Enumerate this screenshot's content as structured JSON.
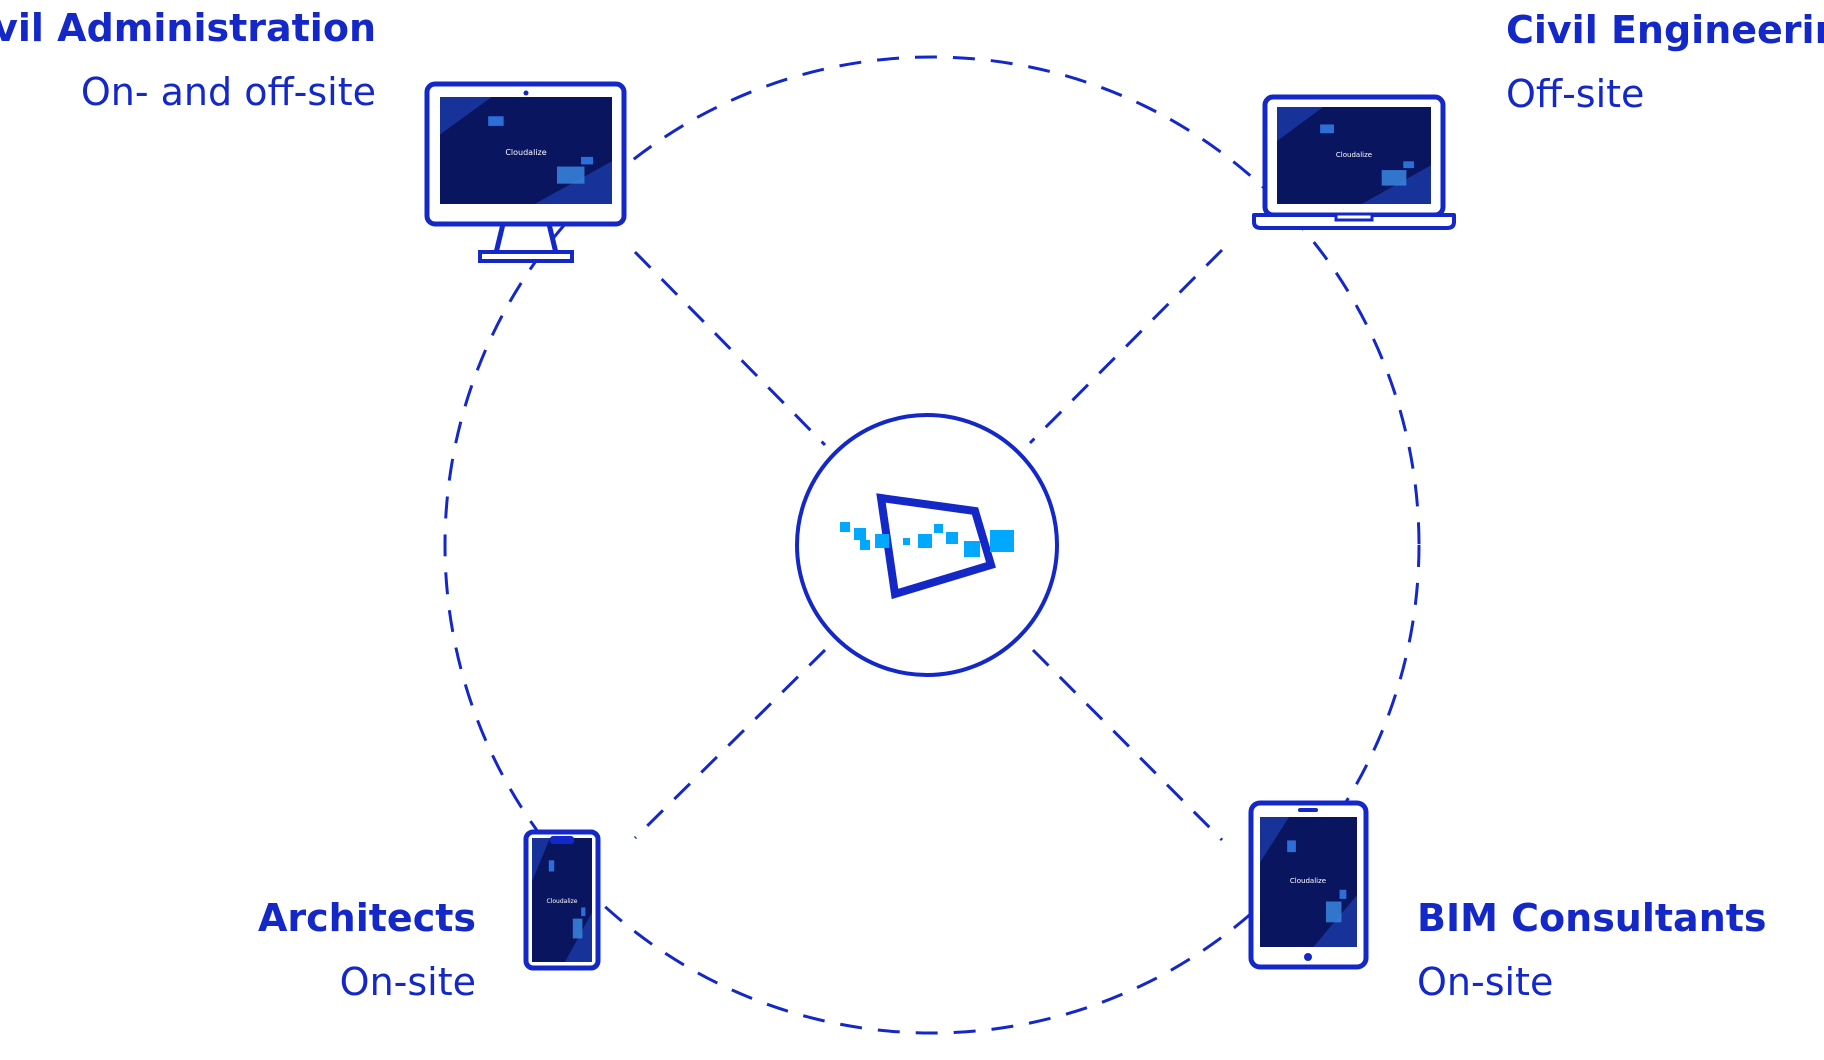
{
  "brand": {
    "primary": "#1428c8",
    "screen": "#0a1560",
    "accent": "#00a8ff",
    "screen_text": "Cloudalize"
  },
  "nodes": [
    {
      "id": "civil-administration",
      "title": "Civil Administration",
      "subtitle": "On- and off-site",
      "device": "desktop-monitor-icon"
    },
    {
      "id": "civil-engineering",
      "title": "Civil Engineering",
      "subtitle": "Off-site",
      "device": "laptop-icon"
    },
    {
      "id": "architects",
      "title": "Architects",
      "subtitle": "On-site",
      "device": "smartphone-icon"
    },
    {
      "id": "bim-consultants",
      "title": "BIM Consultants",
      "subtitle": "On-site",
      "device": "tablet-icon"
    }
  ],
  "center": {
    "icon": "cloudalize-logo-icon"
  }
}
